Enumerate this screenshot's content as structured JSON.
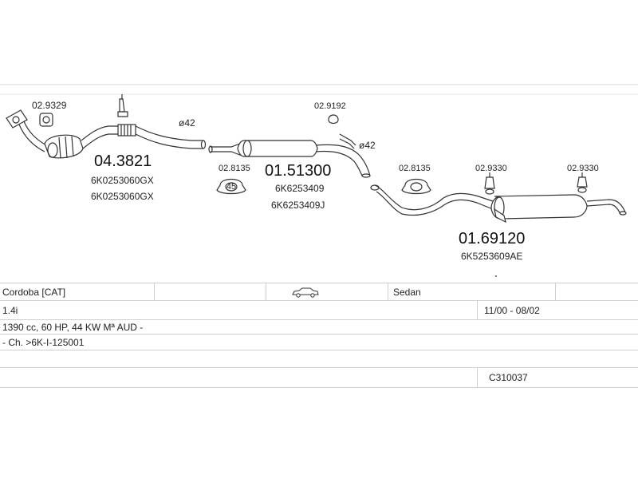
{
  "parts": {
    "clamp_left": "02.9329",
    "catalyst_num": "04.3821",
    "catalyst_oem1": "6K0253060GX",
    "catalyst_oem2": "6K0253060GX",
    "diameter_a": "ø42",
    "gasket_a": "02.8135",
    "middle_num": "01.51300",
    "middle_oem1": "6K6253409",
    "middle_oem2": "6K6253409J",
    "hanger_mid": "02.9192",
    "diameter_b": "ø42",
    "gasket_b": "02.8135",
    "rear_hanger1": "02.9330",
    "rear_hanger2": "02.9330",
    "rear_num": "01.69120",
    "rear_oem": "6K5253609AE"
  },
  "table": {
    "model": "Cordoba  [CAT]",
    "body_type": "Sedan",
    "engine": "1.4i",
    "years": "11/00 - 08/02",
    "spec": "1390 cc, 60 HP, 44 KW Mª AUD -",
    "chassis": "- Ch. >6K-I-125001",
    "code": "C310037"
  }
}
